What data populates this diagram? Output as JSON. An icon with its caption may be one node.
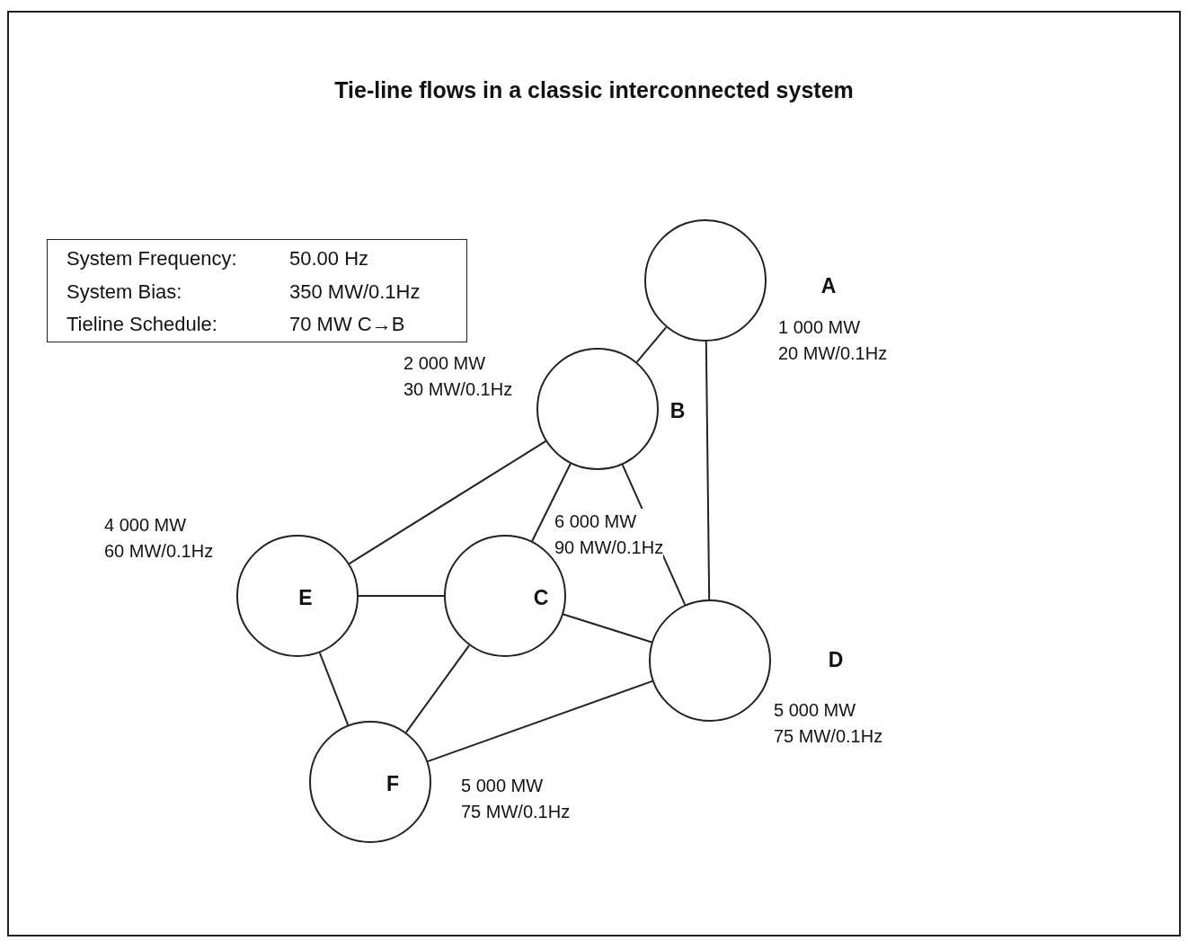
{
  "diagram": {
    "title": "Tie-line flows in a classic interconnected system",
    "nodes": [
      {
        "text": [
          "System Frequency:",
          "50.00 Hz",
          "System Bias:",
          "350 MW/0.1Hz",
          "Tieline Schedule:",
          "70 MW C→B"
        ]
      },
      {
        "text": [
          "A"
        ],
        "beside": [
          "1 000 MW",
          "20 MW/0.1Hz"
        ]
      },
      {
        "text": [
          "B"
        ],
        "beside": [
          "2 000 MW",
          "30 MW/0.1Hz"
        ]
      },
      {
        "text": [
          "E"
        ],
        "beside": [
          "4 000 MW",
          "60 MW/0.1Hz"
        ]
      },
      {
        "text": [
          "C"
        ],
        "beside": [
          "6 000 MW",
          "90 MW/0.1Hz"
        ]
      },
      {
        "text": [
          "D"
        ],
        "beside": [
          "5 000 MW",
          "75 MW/0.1Hz"
        ]
      },
      {
        "text": [
          "F"
        ],
        "beside": [
          "5 000 MW",
          "75 MW/0.1Hz"
        ]
      }
    ],
    "edges": [
      {
        "from": 1,
        "to": 2,
        "arrow": "none"
      },
      {
        "from": 1,
        "to": 5,
        "arrow": "none"
      },
      {
        "from": 2,
        "to": 3,
        "arrow": "none"
      },
      {
        "from": 2,
        "to": 4,
        "arrow": "none"
      },
      {
        "from": 2,
        "to": 5,
        "arrow": "none"
      },
      {
        "from": 3,
        "to": 4,
        "arrow": "none"
      },
      {
        "from": 4,
        "to": 5,
        "arrow": "none"
      },
      {
        "from": 3,
        "to": 6,
        "arrow": "none"
      },
      {
        "from": 4,
        "to": 6,
        "arrow": "none"
      },
      {
        "from": 6,
        "to": 5,
        "arrow": "none"
      }
    ]
  }
}
